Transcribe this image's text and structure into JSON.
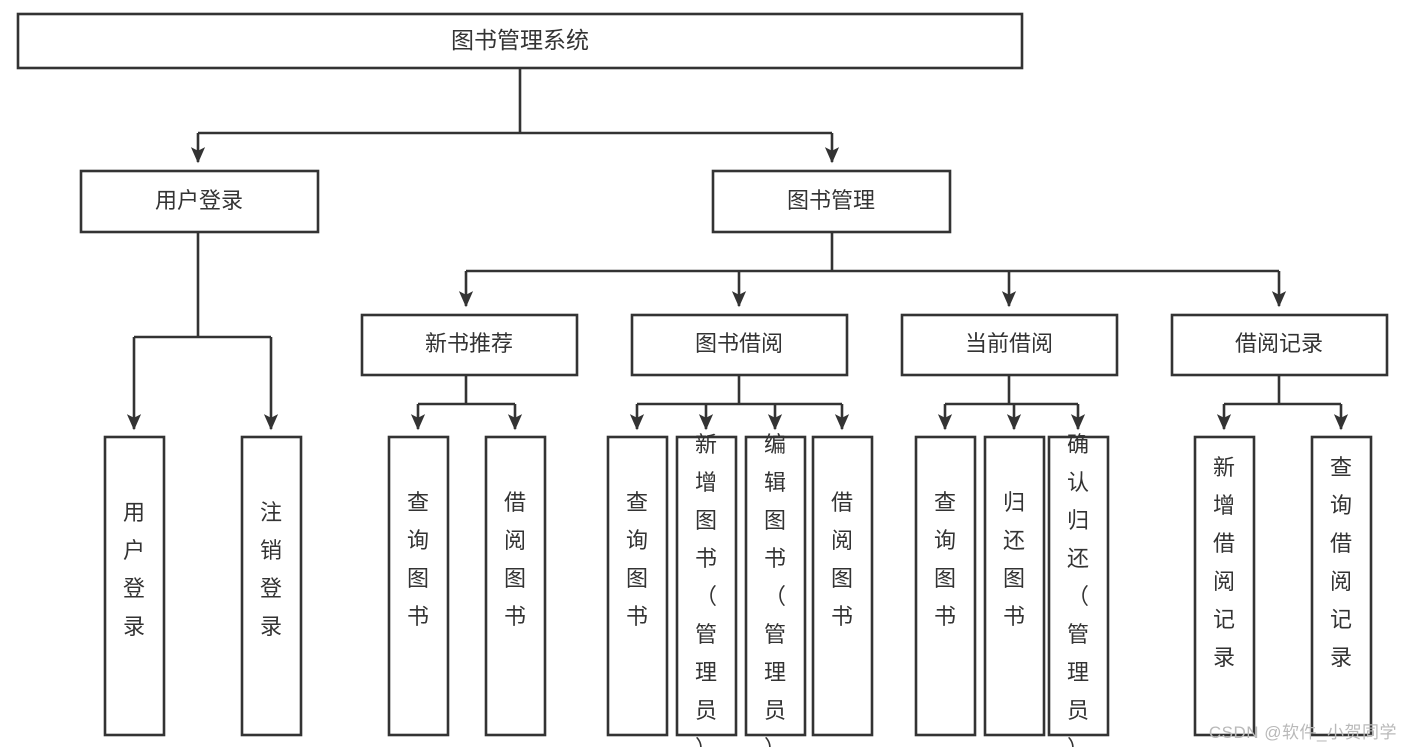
{
  "diagram": {
    "type": "tree",
    "title": "图书管理系统",
    "watermark": "CSDN @软件_小贺同学",
    "colors": {
      "stroke": "#333333",
      "fill": "#ffffff",
      "text": "#333333",
      "watermark": "#b9b9b9"
    },
    "root": {
      "label": "图书管理系统"
    },
    "level2": [
      {
        "label": "用户登录"
      },
      {
        "label": "图书管理"
      }
    ],
    "level3": [
      {
        "label": "新书推荐"
      },
      {
        "label": "图书借阅"
      },
      {
        "label": "当前借阅"
      },
      {
        "label": "借阅记录"
      }
    ],
    "leaves": {
      "user_login": [
        {
          "label": "用户登录"
        },
        {
          "label": "注销登录"
        }
      ],
      "new_book_recommend": [
        {
          "label": "查询图书"
        },
        {
          "label": "借阅图书"
        }
      ],
      "book_borrow": [
        {
          "label": "查询图书"
        },
        {
          "label": "新增图书（管理员）"
        },
        {
          "label": "编辑图书（管理员）"
        },
        {
          "label": "借阅图书"
        }
      ],
      "current_borrow": [
        {
          "label": "查询图书"
        },
        {
          "label": "归还图书"
        },
        {
          "label": "确认归还（管理员）"
        }
      ],
      "borrow_record": [
        {
          "label": "新增借阅记录"
        },
        {
          "label": "查询借阅记录"
        }
      ]
    }
  }
}
